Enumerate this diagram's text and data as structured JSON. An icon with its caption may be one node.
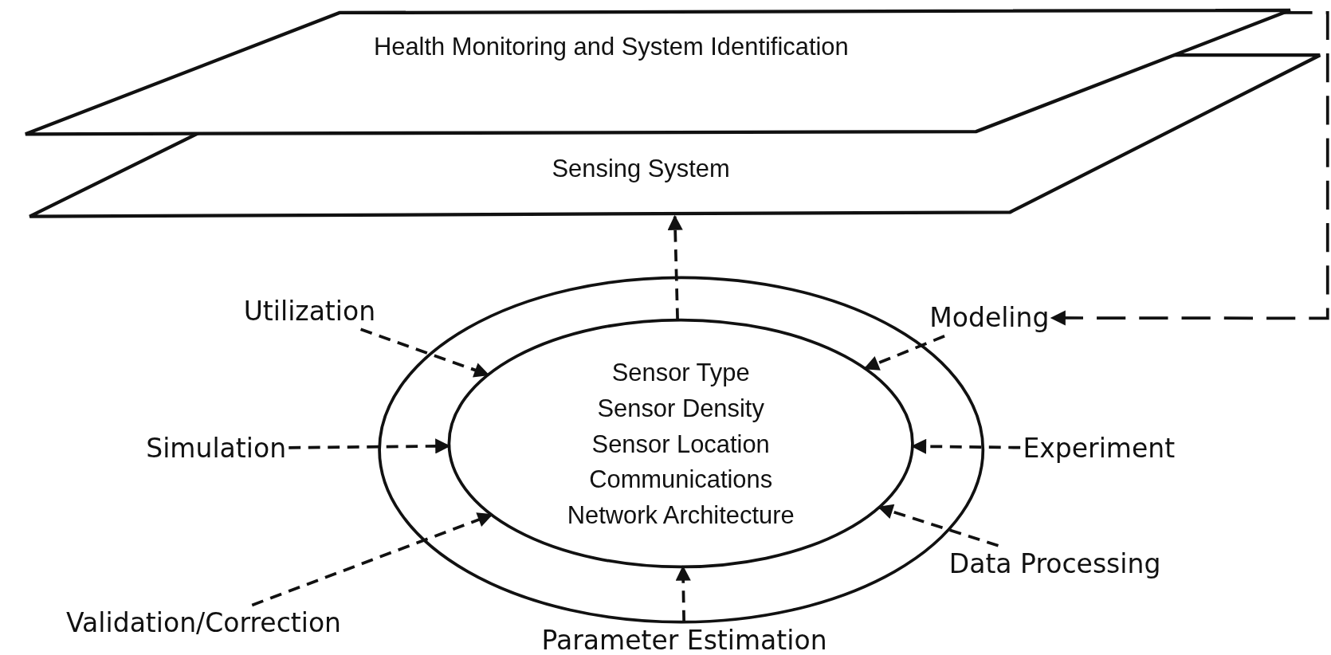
{
  "diagram": {
    "nodes": [
      {
        "text": [
          "Health Monitoring and System Identification"
        ]
      },
      {
        "text": [
          "Sensing System"
        ]
      },
      {
        "text": [],
        "shape": "circle"
      },
      {
        "text": [
          "Sensor Type",
          "Sensor Density",
          "Sensor Location",
          "Communications",
          "Network Architecture"
        ],
        "in": 2
      },
      {
        "text": [
          "Utilization"
        ]
      },
      {
        "text": [
          "Modeling"
        ]
      },
      {
        "text": [
          "Simulation"
        ]
      },
      {
        "text": [
          "Experiment"
        ]
      },
      {
        "text": [
          "Validation/Correction"
        ]
      },
      {
        "text": [
          "Parameter Estimation"
        ]
      },
      {
        "text": [
          "Data Processing"
        ]
      }
    ],
    "edges": [
      {
        "from": 3,
        "to": 1,
        "arrow": "to",
        "style": "dashed"
      },
      {
        "from": 0,
        "to": 5,
        "arrow": "to",
        "style": "dashed"
      },
      {
        "from": 4,
        "to": 3,
        "arrow": "to",
        "style": "dashed"
      },
      {
        "from": 5,
        "to": 3,
        "arrow": "to",
        "style": "dashed"
      },
      {
        "from": 6,
        "to": 3,
        "arrow": "to",
        "style": "dashed"
      },
      {
        "from": 7,
        "to": 3,
        "arrow": "to",
        "style": "dashed"
      },
      {
        "from": 8,
        "to": 3,
        "arrow": "to",
        "style": "dashed"
      },
      {
        "from": 9,
        "to": 3,
        "arrow": "to",
        "style": "dashed"
      },
      {
        "from": 10,
        "to": 3,
        "arrow": "to",
        "style": "dashed"
      }
    ]
  }
}
